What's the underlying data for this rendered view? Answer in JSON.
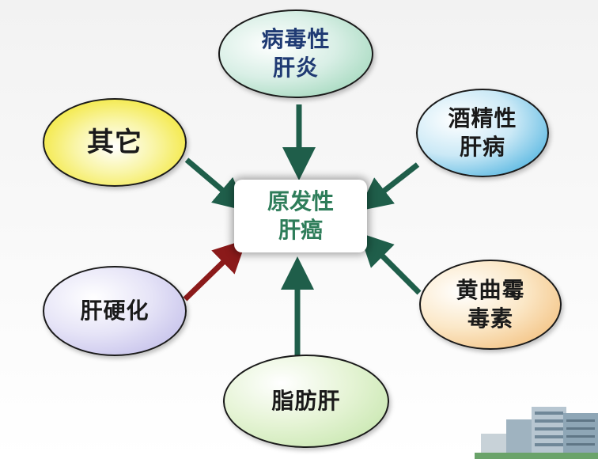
{
  "center": {
    "label": "原发性\n肝癌"
  },
  "causes": [
    {
      "id": "viral",
      "label": "病毒性\n肝炎"
    },
    {
      "id": "alcohol",
      "label": "酒精性\n肝病"
    },
    {
      "id": "other",
      "label": "其它"
    },
    {
      "id": "cirrhosis",
      "label": "肝硬化"
    },
    {
      "id": "aflatoxin",
      "label": "黄曲霉\n毒素"
    },
    {
      "id": "fatty",
      "label": "脂肪肝"
    }
  ],
  "colors": {
    "arrow_green": "#1f5e4a",
    "arrow_red": "#8b1a1a",
    "center_text": "#2e7d5a",
    "viral_text": "#1f3a73"
  }
}
